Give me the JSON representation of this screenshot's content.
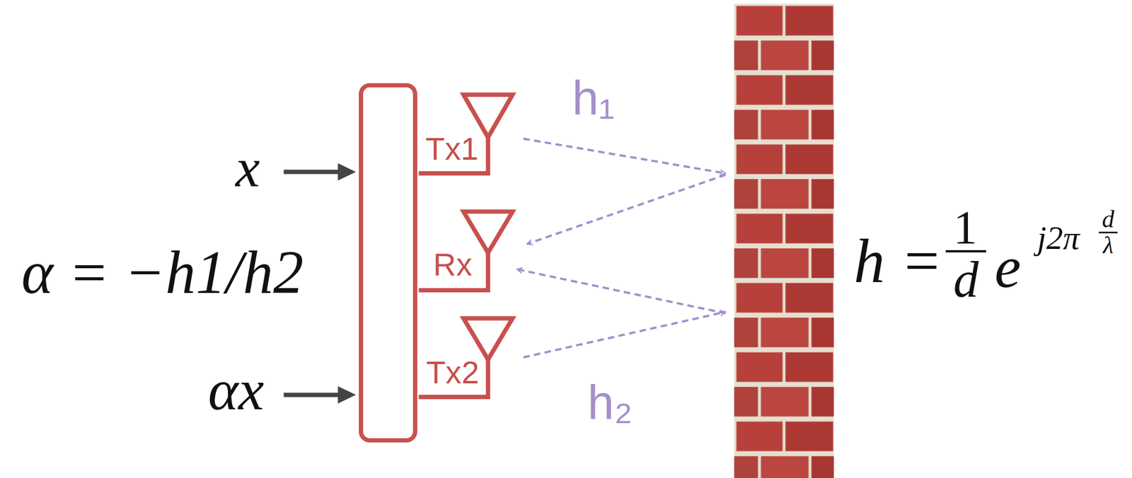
{
  "diagram": {
    "labels": [
      "x",
      "α = −h1/h2",
      "αx",
      "Tx1",
      "Rx",
      "Tx2",
      "h₁",
      "h₂",
      "h =",
      "1",
      "d",
      "e",
      "j2π",
      "d",
      "λ"
    ]
  }
}
